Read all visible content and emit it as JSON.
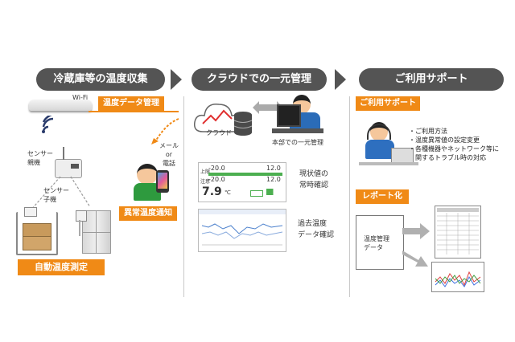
{
  "headers": [
    "冷蔵庫等の温度収集",
    "クラウドでの一元管理",
    "ご利用サポート"
  ],
  "labels": {
    "wifi": "Wi-Fi",
    "temp_data_mgmt": "温度データ管理",
    "sensor_parent": "センサー\n親機",
    "sensor_child": "センサー\n子機",
    "auto_measure": "自動温度測定",
    "mail_or_phone": "メール\nor\n電話",
    "abnormal_notice": "異常温度通知",
    "cloud": "クラウド",
    "hq_mgmt": "本部での一元管理",
    "current_check": "現状値の\n常時確認",
    "past_check": "過去温度\nデータ確認",
    "support_badge": "ご利用サポート",
    "report_badge": "レポート化",
    "temp_mgmt_data": "温度管理\nデータ"
  },
  "support_items": [
    "・ご利用方法",
    "・温度異常値の設定変更",
    "・各種機器やネットワーク等に",
    "　関するトラブル時の対応"
  ],
  "monitor": {
    "upper_label": "上限",
    "upper_value": "-20.0",
    "upper_right": "12.0",
    "lower_label": "注意",
    "lower_value": "-20.0",
    "lower_right": "12.0",
    "current": "7.9",
    "unit": "℃"
  },
  "colors": {
    "header": "#545454",
    "accent": "#f08a16"
  }
}
